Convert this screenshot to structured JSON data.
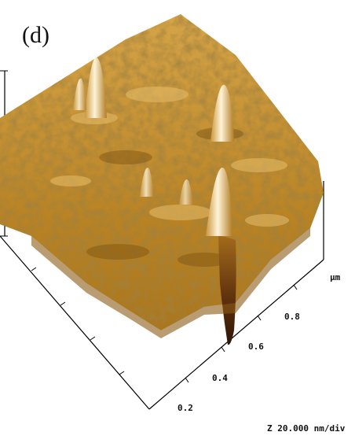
{
  "panel_label": "(d)",
  "axis": {
    "unit": "μm",
    "ticks": [
      "0.2",
      "0.4",
      "0.6",
      "0.8"
    ],
    "z_scale": "Z  20.000 nm/div"
  },
  "colors": {
    "background": "#ffffff",
    "surface_light": "#f3dca8",
    "surface_mid": "#b98324",
    "surface_dark": "#4a2a0a",
    "axes": "#000000"
  }
}
